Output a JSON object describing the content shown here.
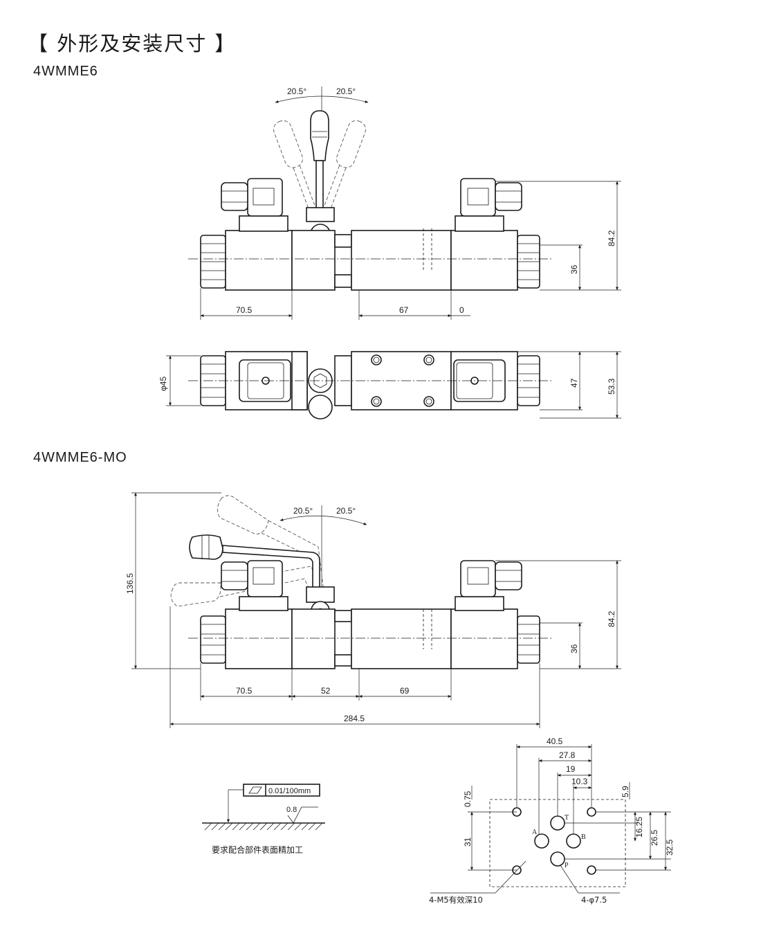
{
  "title": "【 外形及安装尺寸 】",
  "models": {
    "first": "4WMME6",
    "second": "4WMME6-MO"
  },
  "view1": {
    "angle_left": "20.5°",
    "angle_right": "20.5°",
    "dim_left": "70.5",
    "dim_mid": "67",
    "dim_zero": "0",
    "dim_height": "84.2",
    "dim_center": "36"
  },
  "view2": {
    "dim_phi": "φ45",
    "dim_47": "47",
    "dim_533": "53.3"
  },
  "view3": {
    "angle_left": "20.5°",
    "angle_right": "20.5°",
    "dim_height_total": "136.5",
    "dim_height": "84.2",
    "dim_center": "36",
    "dim_left": "70.5",
    "dim_mid": "52",
    "dim_right": "69",
    "dim_total": "284.5"
  },
  "surface": {
    "flatness": "0.01/100mm",
    "roughness": "0.8",
    "note": "要求配合部件表面精加工"
  },
  "port": {
    "dim_405": "40.5",
    "dim_278": "27.8",
    "dim_19": "19",
    "dim_103": "10.3",
    "dim_075": "0.75",
    "dim_59": "5.9",
    "dim_31": "31",
    "dim_1625": "16.25",
    "dim_265": "26.5",
    "dim_325": "32.5",
    "label_A": "A",
    "label_B": "B",
    "label_T": "T",
    "label_P": "P",
    "note_thread": "4-M5有效深10",
    "note_hole": "4-φ7.5"
  }
}
